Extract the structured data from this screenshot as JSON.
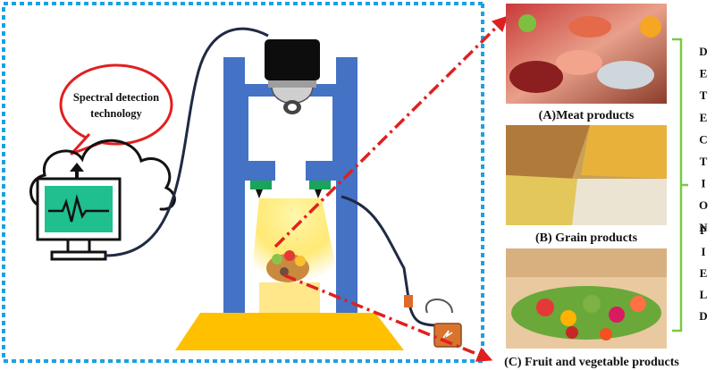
{
  "bubble_text": [
    "Spectral detection",
    "technology"
  ],
  "captions": {
    "meat": "(A)Meat products",
    "grain": "(B) Grain products",
    "fruit": "(C) Fruit and vegetable products"
  },
  "side_label": {
    "word1": [
      "D",
      "E",
      "T",
      "E",
      "C",
      "T",
      "I",
      "O",
      "N"
    ],
    "word2": [
      "F",
      "I",
      "E",
      "L",
      "D"
    ]
  },
  "colors": {
    "frame_dash": "#1ba1e2",
    "stand": "#4472c4",
    "base": "#ffc000",
    "bubble": "#e02020",
    "screen": "#1fbf8f",
    "arrow": "#e02020",
    "bracket": "#7ac943",
    "cable": "#1f2a44"
  },
  "icons": [
    "cloud-icon",
    "monitor-icon",
    "upload-arrow-icon",
    "pulse-icon",
    "camera-icon",
    "lamp-icon",
    "light-source-box-icon"
  ]
}
